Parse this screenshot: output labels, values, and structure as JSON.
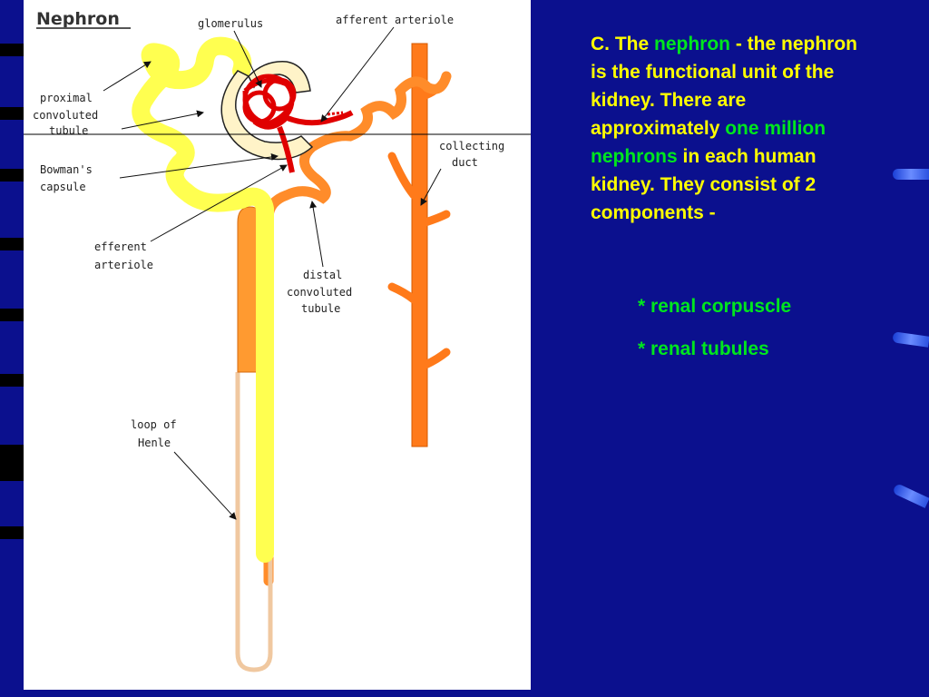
{
  "figure": {
    "title": "Nephron",
    "labels": {
      "glomerulus": "glomerulus",
      "afferent_arteriole": "afferent arteriole",
      "proximal_1": "proximal",
      "proximal_2": "convoluted",
      "proximal_3": "tubule",
      "bowmans_1": "Bowman's",
      "bowmans_2": "capsule",
      "efferent_1": "efferent",
      "efferent_2": "arteriole",
      "collecting_1": "collecting",
      "collecting_2": "duct",
      "distal_1": "distal",
      "distal_2": "convoluted",
      "distal_3": "tubule",
      "loop_1": "loop of",
      "loop_2": "Henle"
    }
  },
  "text": {
    "p1_a": "C. The ",
    "p1_b": "nephron",
    "p1_c": " - the nephron is the functional unit of the kidney. There are approximately ",
    "p1_d": "one million nephrons",
    "p1_e": " in each human kidney. They consist of 2 components -",
    "bullet1": "* renal corpuscle",
    "bullet2": "* renal tubules"
  },
  "colors": {
    "background": "#0b108e",
    "text_yellow": "#ffff00",
    "text_green": "#00e61e"
  }
}
